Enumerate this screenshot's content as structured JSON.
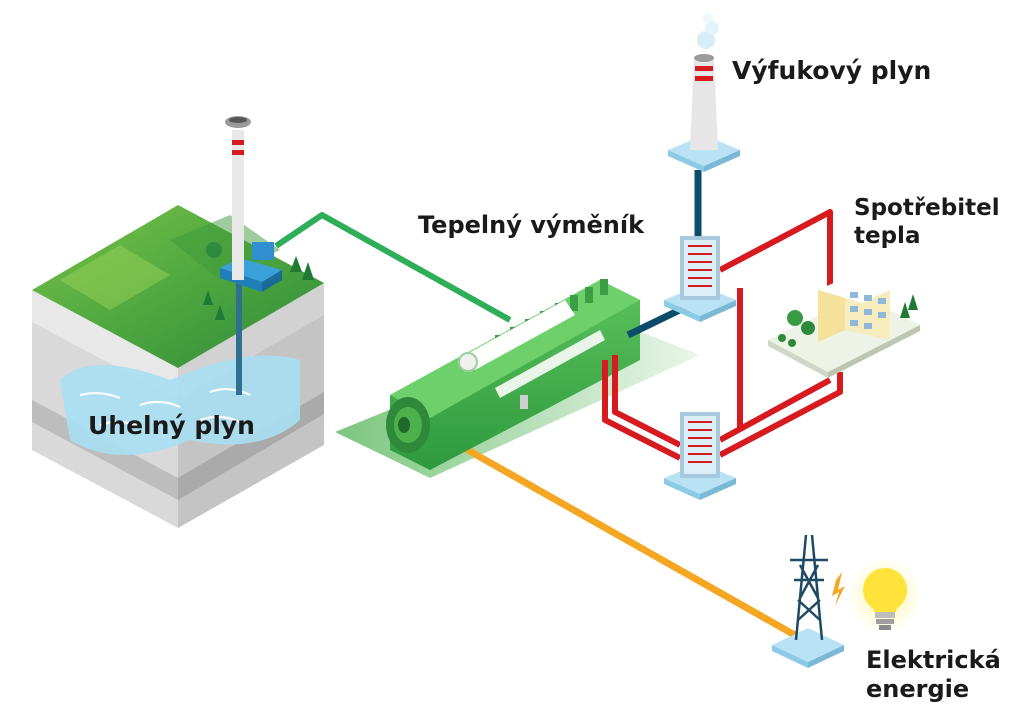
{
  "labels": {
    "coal_gas": "Uhelný plyn",
    "heat_exchanger": "Tepelný výměník",
    "exhaust_gas": "Výfukový plyn",
    "heat_consumer_line1": "Spotřebitel",
    "heat_consumer_line2": "tepla",
    "electric_line1": "Elektrická",
    "electric_line2": "energie"
  },
  "colors": {
    "gas_pipe": "#2fae5a",
    "heat_pipe": "#d71a20",
    "exhaust_pipe": "#0d4b6b",
    "power_line": "#f5a623",
    "engine": "#3fae49",
    "platform": "#7cc67f",
    "ice": "#a8dff2"
  }
}
